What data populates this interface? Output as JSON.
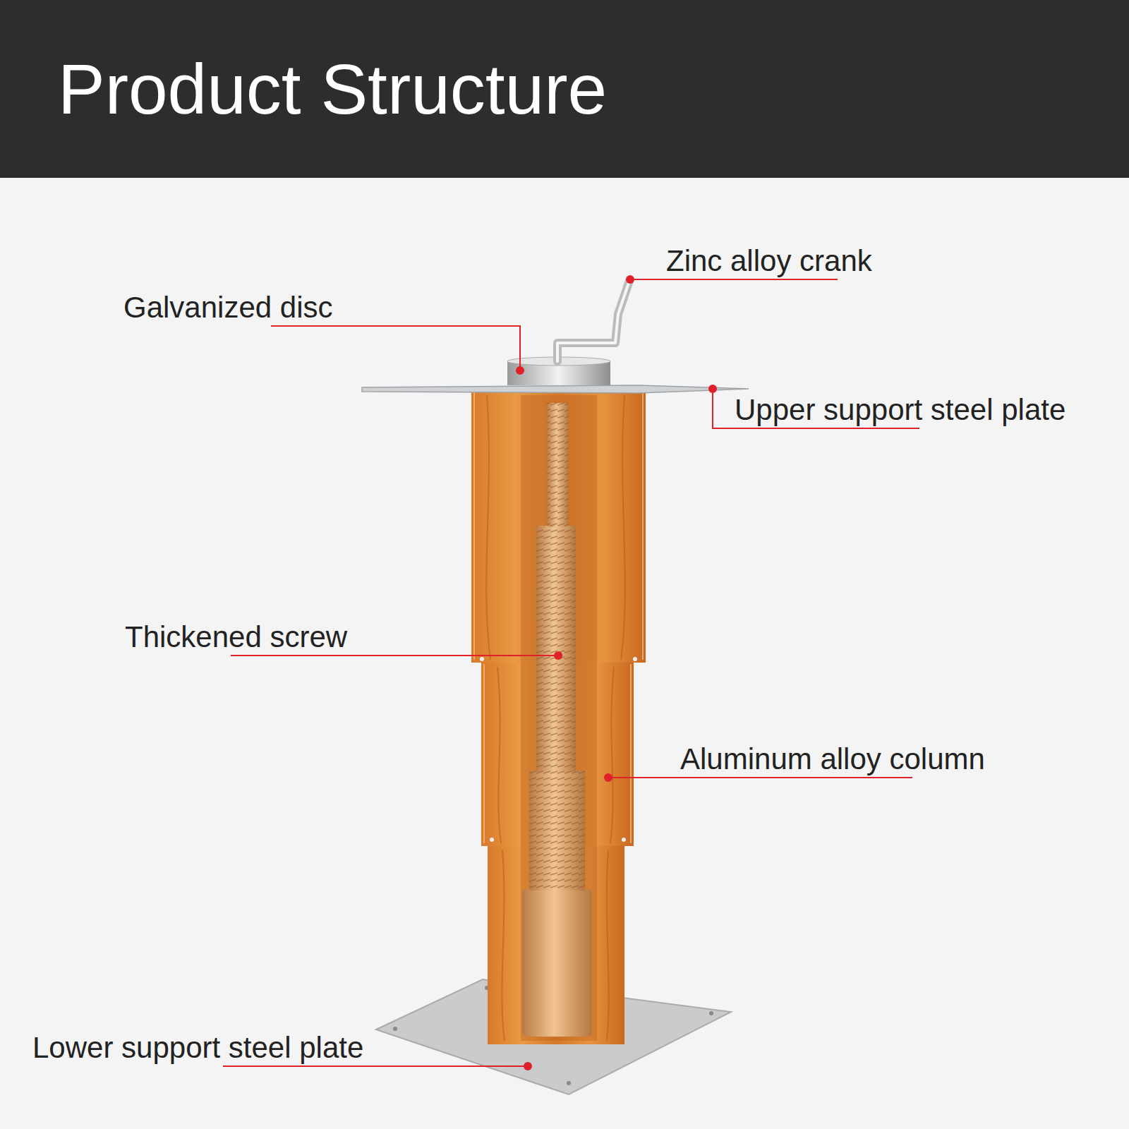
{
  "diagram": {
    "title": "Product Structure",
    "labels": [
      "Zinc alloy crank",
      "Galvanized disc",
      "Upper support steel plate",
      "Thickened screw",
      "Aluminum alloy column",
      "Lower support steel plate"
    ]
  }
}
